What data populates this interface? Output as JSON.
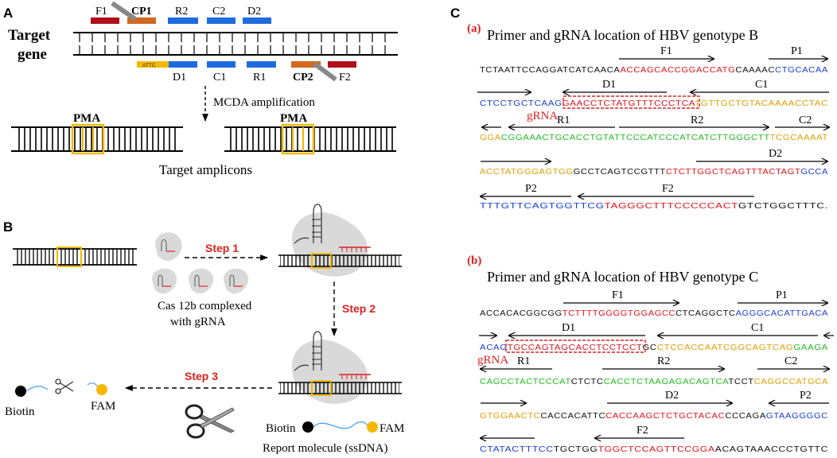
{
  "colors": {
    "f_primer": "#b00f1a",
    "cp_primer": "#d2691e",
    "blue_primer": "#1e6be0",
    "pma": "#f5b800",
    "seq_black": "#111111",
    "seq_red": "#e0141e",
    "seq_blue": "#1a3fd8",
    "seq_green": "#22bb22",
    "seq_orange": "#e0a000",
    "step_red": "#e02020",
    "gray_blob": "#d9d9d9"
  },
  "panel_a": {
    "label": "A",
    "target_gene_line1": "Target",
    "target_gene_line2": "gene",
    "top_primers": [
      "F1",
      "CP1",
      "R2",
      "C2",
      "D2"
    ],
    "bottom_primers": [
      "D1",
      "C1",
      "R1",
      "CP2",
      "F2"
    ],
    "attc": "ATTC",
    "mcda": "MCDA amplification",
    "pma_left": "PMA",
    "pma_right": "PMA",
    "amplicons": "Target amplicons"
  },
  "panel_b": {
    "label": "B",
    "step1": "Step 1",
    "step2": "Step 2",
    "step3": "Step 3",
    "cas_line1": "Cas 12b complexed",
    "cas_line2": "with gRNA",
    "biotin_left": "Biotin",
    "fam_left": "FAM",
    "biotin_right": "Biotin",
    "fam_right": "FAM",
    "report": "Report molecule (ssDNA)"
  },
  "panel_c": {
    "label": "C",
    "a": {
      "tag": "(a)",
      "title": "Primer and gRNA location of HBV genotype B",
      "grna": "gRNA",
      "arrow_labels": [
        "F1",
        "P1",
        "D1",
        "C1",
        "R1",
        "R2",
        "C2",
        "D2",
        "P2",
        "F2"
      ],
      "lines": [
        [
          [
            "TCTAATTCCAGGATCATCAACA",
            "k"
          ],
          [
            "ACCAGCACCGGACCATG",
            "r"
          ],
          [
            "CAAAAC",
            "k"
          ],
          [
            "CTGCACAA",
            "b"
          ]
        ],
        [
          [
            "CTCCTGCTCAAG",
            "b"
          ],
          [
            "GAACCTCTATGTTTCCCTCA",
            "r"
          ],
          [
            "TGTTGCTGTACAAAACCTAC",
            "o"
          ]
        ],
        [
          [
            "GGA",
            "o"
          ],
          [
            "CGGAAACTGCACCTGTATTC",
            "g"
          ],
          [
            "CCATCCCATCATCTTGGGCTT",
            "g"
          ],
          [
            "TCGCAAAAT",
            "o"
          ]
        ],
        [
          [
            "ACCTATGGGAGTGG",
            "o"
          ],
          [
            "GCCTCAGTCCGTTT",
            "k"
          ],
          [
            "CTCTTGGCTCAGTTTACTAGT",
            "r"
          ],
          [
            "GCCA",
            "b"
          ]
        ],
        [
          [
            "TTTGTTCAGTGGTTCG",
            "b"
          ],
          [
            "TAGGGCTTTCCCCCACT",
            "r"
          ],
          [
            "GTCTGGCTTTC.",
            "k"
          ]
        ]
      ]
    },
    "b": {
      "tag": "(b)",
      "title": "Primer and gRNA location of HBV genotype C",
      "grna": "gRNA",
      "arrow_labels": [
        "F1",
        "P1",
        "D1",
        "C1",
        "R1",
        "R2",
        "C2",
        "D2",
        "P2",
        "F2"
      ],
      "lines": [
        [
          [
            "ACCACACGGCGG",
            "k"
          ],
          [
            "TCTTTTGGGGTGGAGCC",
            "r"
          ],
          [
            "CTCAGGCTC",
            "k"
          ],
          [
            "AGGGCACATTGACA",
            "b"
          ]
        ],
        [
          [
            "ACAG",
            "b"
          ],
          [
            "TGCCAGTAGCACCTCCTCCT",
            "r"
          ],
          [
            "GC",
            "k"
          ],
          [
            "CTCCACCAATCGGCAGTCAG",
            "o"
          ],
          [
            "GAAGA",
            "g"
          ]
        ],
        [
          [
            "CAGCCTACTCCCAT",
            "g"
          ],
          [
            "CTCTC",
            "k"
          ],
          [
            "CACCTCTAAGAGACAGTCA",
            "g"
          ],
          [
            "TCCT",
            "k"
          ],
          [
            "CAGGCCATGCA",
            "o"
          ]
        ],
        [
          [
            "GTGGAACTC",
            "o"
          ],
          [
            "CACCACATTC",
            "k"
          ],
          [
            "CACCAAGCTCTGCTACAC",
            "r"
          ],
          [
            "CCCAGA",
            "k"
          ],
          [
            "GTAAGGGGC",
            "b"
          ]
        ],
        [
          [
            "CTATACTTTCC",
            "b"
          ],
          [
            "TGCTGG",
            "k"
          ],
          [
            "TGGCTCCAGTTCCGGA",
            "r"
          ],
          [
            "ACAGTAAACCCTGTTC",
            "k"
          ]
        ]
      ]
    }
  }
}
